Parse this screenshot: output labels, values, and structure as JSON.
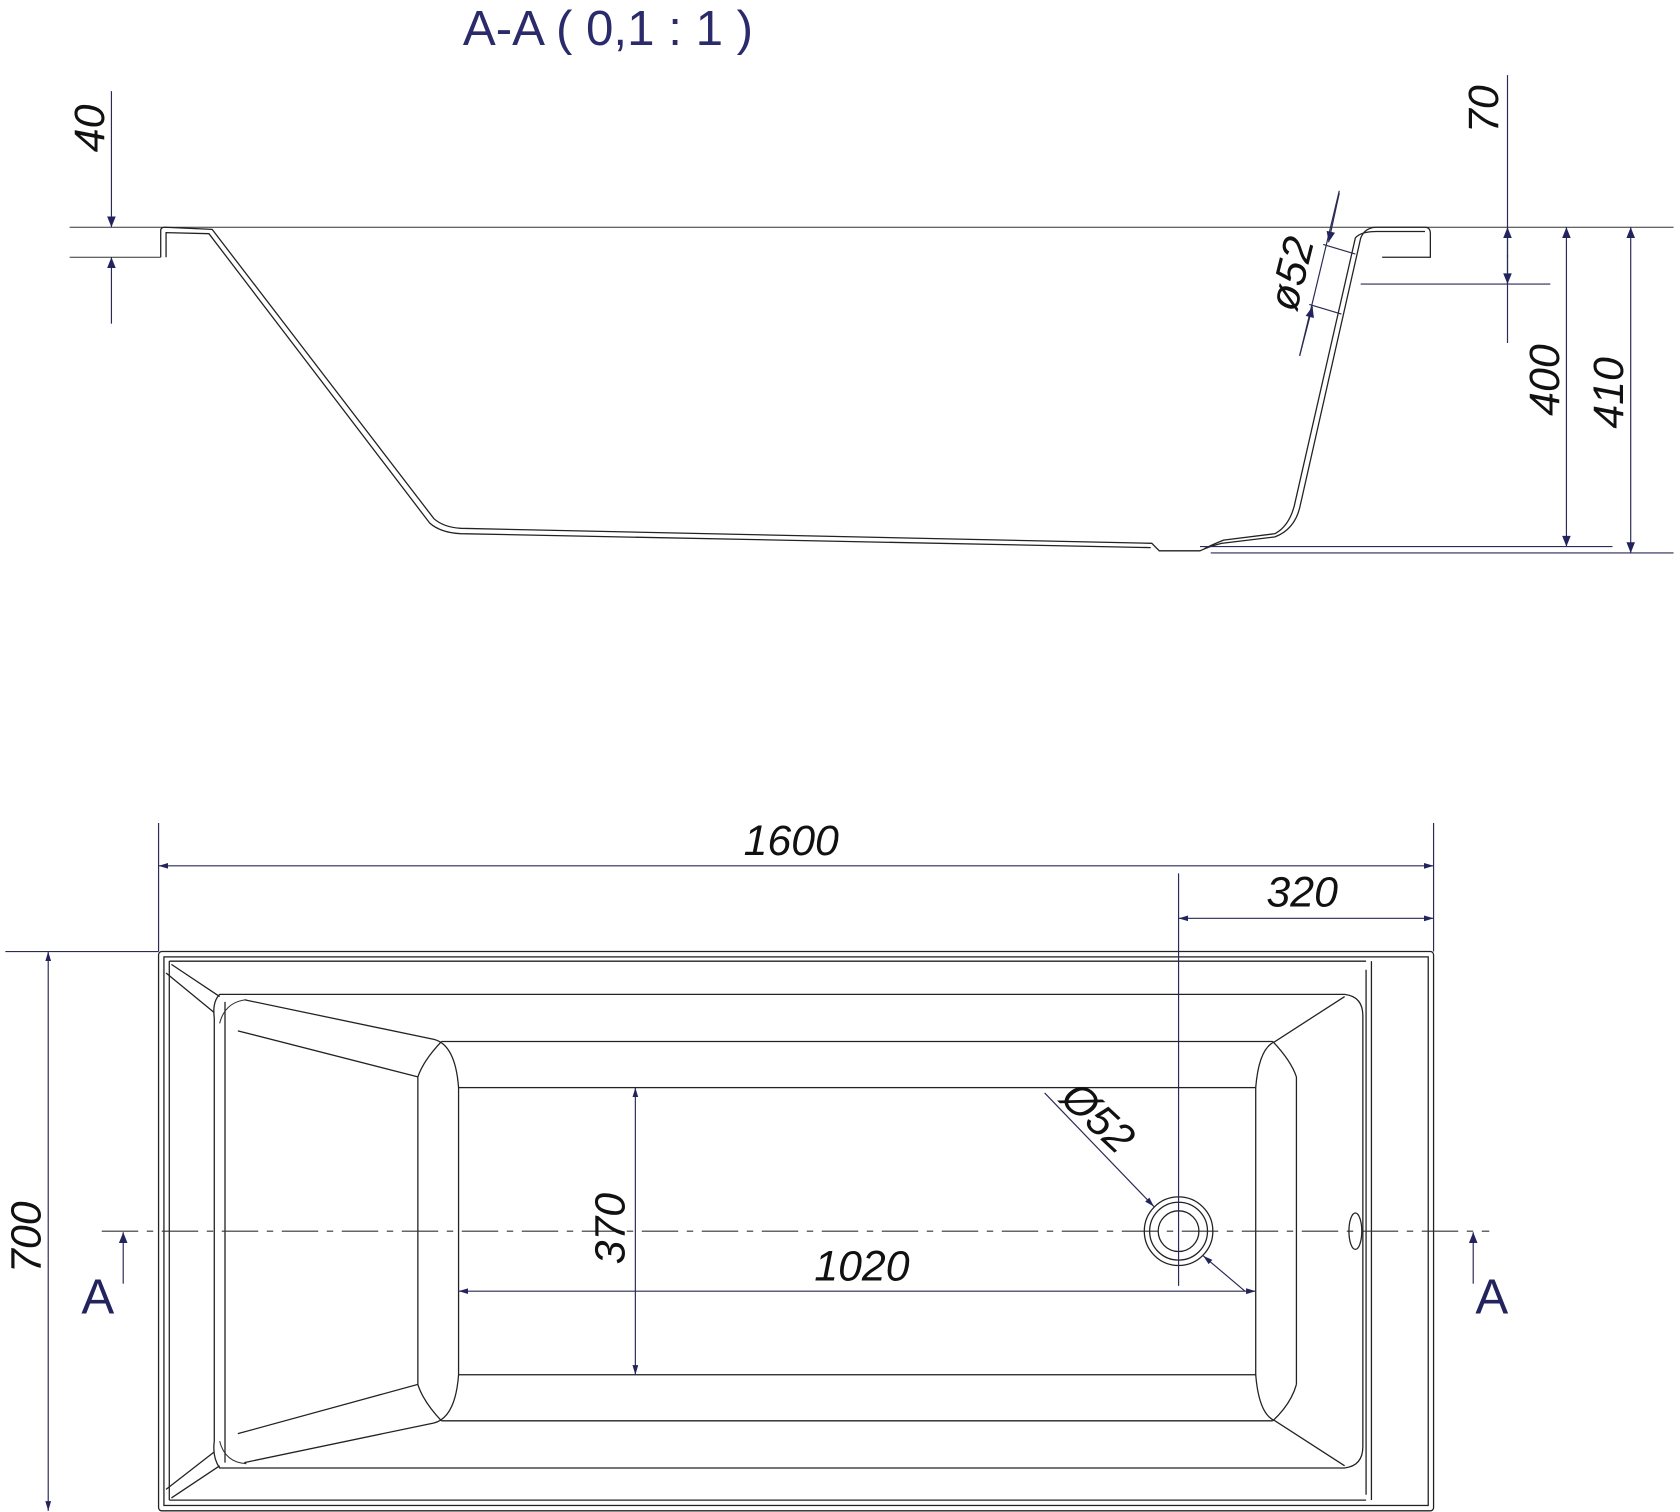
{
  "section_view": {
    "title": "A-A ( 0,1 : 1 )",
    "dims": {
      "rim_thickness": "40",
      "overflow_height": "70",
      "drain_dia": "ø52",
      "depth_inner": "400",
      "depth_total": "410"
    }
  },
  "plan_view": {
    "dims": {
      "length": "1600",
      "drain_offset": "320",
      "width": "700",
      "bottom_width": "370",
      "bottom_length": "1020",
      "drain_dia": "Ø52"
    },
    "section_marks": {
      "left": "A",
      "right": "A"
    }
  },
  "colors": {
    "dimension": "#23235e",
    "title": "#2b2b6b",
    "line": "#222222"
  }
}
